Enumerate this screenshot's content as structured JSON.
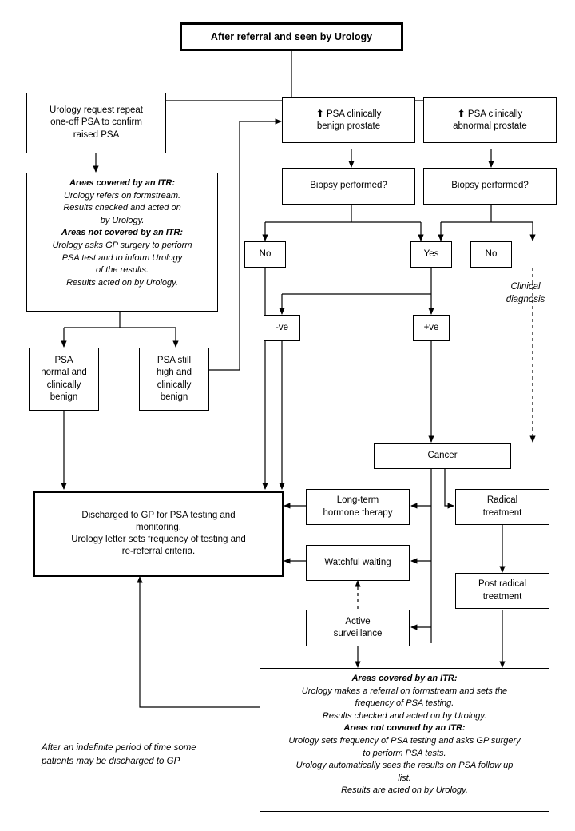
{
  "diagram": {
    "title": "Prostate cancer / PSA referral pathway flowchart",
    "line_color": "#000000",
    "background": "#ffffff"
  },
  "nodes": {
    "start": {
      "label": "After referral and seen by Urology"
    },
    "urology_repeat": {
      "line1": "Urology request repeat",
      "line2": "one-off PSA to confirm",
      "line3": "raised PSA"
    },
    "itr_top": {
      "heading1": "Areas covered by an ITR:",
      "l1": "Urology refers on formstream.",
      "l2": "Results checked and acted on",
      "l3": "by Urology.",
      "heading2": "Areas not covered by an ITR:",
      "l4": "Urology asks GP surgery to perform",
      "l5": "PSA test and to inform Urology",
      "l6": "of the results.",
      "l7": "Results acted on by Urology."
    },
    "psa_benign": {
      "icon": "up-arrow-icon",
      "line1": "PSA clinically",
      "line2": "benign prostate"
    },
    "psa_abnormal": {
      "icon": "up-arrow-icon",
      "line1": "PSA clinically",
      "line2": "abnormal prostate"
    },
    "biopsy_left": {
      "label": "Biopsy performed?"
    },
    "biopsy_right": {
      "label": "Biopsy performed?"
    },
    "no_left": {
      "label": "No"
    },
    "yes_mid": {
      "label": "Yes"
    },
    "no_right": {
      "label": "No"
    },
    "neg": {
      "label": "-ve"
    },
    "pos": {
      "label": "+ve"
    },
    "psa_normal": {
      "line1": "PSA",
      "line2": "normal and",
      "line3": "clinically",
      "line4": "benign"
    },
    "psa_still_high": {
      "line1": "PSA still",
      "line2": "high and",
      "line3": "clinically",
      "line4": "benign"
    },
    "discharged": {
      "line1": "Discharged to GP for PSA testing and",
      "line2": "monitoring.",
      "line3": "Urology letter sets frequency of testing and",
      "line4": "re-referral criteria."
    },
    "cancer": {
      "label": "Cancer"
    },
    "hormone": {
      "line1": "Long-term",
      "line2": "hormone therapy"
    },
    "radical": {
      "line1": "Radical",
      "line2": "treatment"
    },
    "watchful": {
      "label": "Watchful waiting"
    },
    "post_radical": {
      "line1": "Post radical",
      "line2": "treatment"
    },
    "active_surveillance": {
      "line1": "Active",
      "line2": "surveillance"
    },
    "itr_bottom": {
      "heading1": "Areas covered by an ITR:",
      "l1": "Urology makes a referral on formstream and sets the",
      "l2": "frequency of PSA testing.",
      "l3": "Results checked and acted on by Urology.",
      "heading2": "Areas not covered by an ITR:",
      "l4": "Urology sets frequency of PSA testing and asks GP surgery",
      "l5": "to perform PSA tests.",
      "l6": "Urology automatically sees the results on PSA follow up",
      "l7": "list.",
      "l8": "Results are acted on by Urology."
    }
  },
  "labels": {
    "clinical_diagnosis": {
      "line1": "Clinical",
      "line2": "diagnosis"
    },
    "footnote": {
      "line1": "After an indefinite period of time some",
      "line2": "patients may be discharged to GP"
    }
  }
}
